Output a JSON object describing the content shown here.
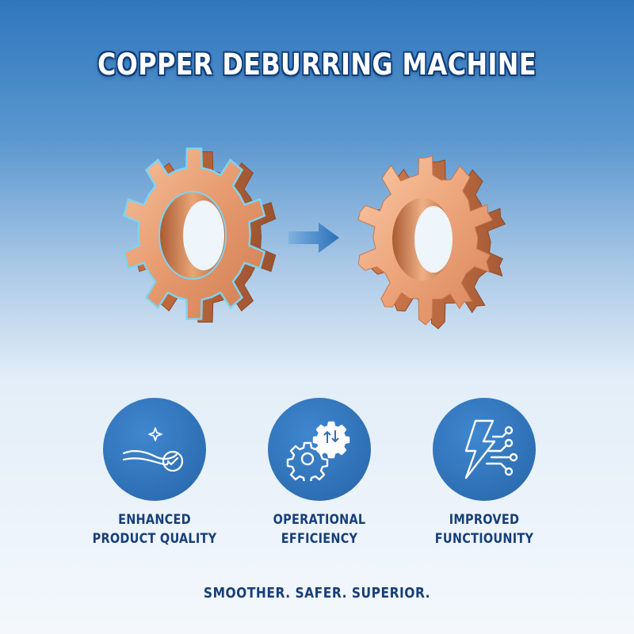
{
  "title": "COPPER DEBURRING MACHINE",
  "gears": {
    "before": {
      "icon": "clean-copper-gear-icon"
    },
    "after": {
      "icon": "deburred-copper-gear-icon"
    },
    "arrow": {
      "icon": "right-arrow-icon"
    }
  },
  "features": [
    {
      "line1": "ENHANCED",
      "line2": "PRODUCT QUALITY",
      "icon": "smooth-surface-check-icon"
    },
    {
      "line1": "OPERATIONAL",
      "line2": "EFFICIENCY",
      "icon": "gears-icon"
    },
    {
      "line1": "IMPROVED",
      "line2": "FUNCTIOUNITY",
      "icon": "lightning-circuit-icon"
    }
  ],
  "tagline": "SMOOTHER. SAFER. SUPERIOR.",
  "colors": {
    "background_top": "#2f77bd",
    "background_bottom": "#f4f8fd",
    "copper": "#e0936a",
    "copper_dark": "#b9653f",
    "circle": "#2e6fb4",
    "text_dark_blue": "#173f78",
    "outline_cyan": "#7fd3f0"
  }
}
